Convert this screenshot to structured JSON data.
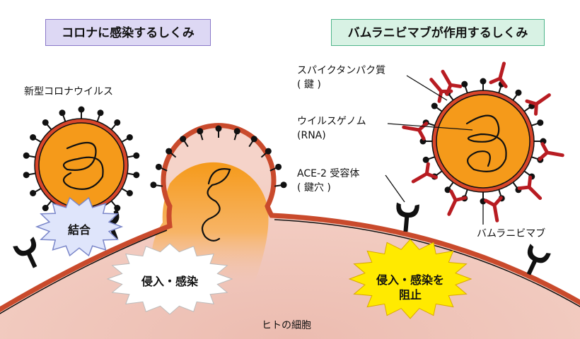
{
  "titles": {
    "left": "コロナに感染するしくみ",
    "right": "バムラニビマブが作用するしくみ"
  },
  "labels": {
    "virus": "新型コロナウイルス",
    "spike": "スパイクタンパク質",
    "spike_sub": "( 鍵 )",
    "genome": "ウイルスゲノム",
    "genome_sub": "(RNA)",
    "receptor": "ACE-2 受容体",
    "receptor_sub": "( 鍵穴 )",
    "antibody": "バムラニビマブ",
    "cell": "ヒトの細胞"
  },
  "bursts": {
    "bind": "結合",
    "infect": "侵入・感染",
    "block_line1": "侵入・感染を",
    "block_line2": "阻止"
  },
  "colors": {
    "virus_fill": "#f59a1a",
    "virus_outline": "#111111",
    "spike_ring": "#d9462a",
    "cell_fill": "#f2c8bd",
    "cell_membrane": "#c94a2c",
    "antibody": "#b81c22",
    "bind_burst": "#dfe5fb",
    "block_burst": "#ffea00"
  }
}
